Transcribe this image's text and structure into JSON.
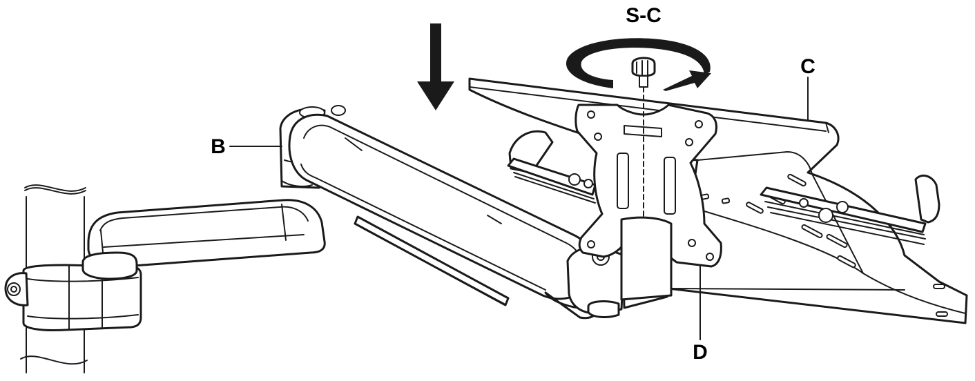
{
  "labels": {
    "screw": "S-C",
    "tray": "C",
    "arm": "B",
    "vesa_plate": "D"
  },
  "colors": {
    "line": "#1a1a1a",
    "background": "#ffffff"
  },
  "icons": {
    "down": "down-arrow-icon",
    "rotate": "rotate-clockwise-icon"
  }
}
